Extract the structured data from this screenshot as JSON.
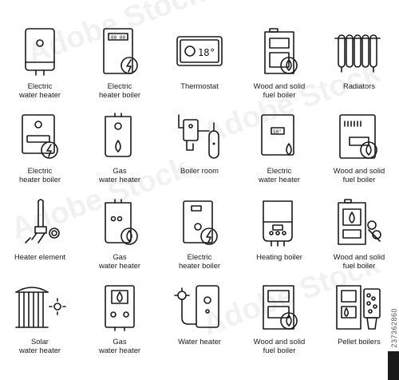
{
  "icons": [
    {
      "id": "electric-water-heater",
      "line1": "Electric",
      "line2": "water heater"
    },
    {
      "id": "electric-heater-boiler",
      "line1": "Electric",
      "line2": "heater boiler",
      "display": "00 00"
    },
    {
      "id": "thermostat",
      "line1": "Thermostat",
      "line2": "",
      "display": "18°"
    },
    {
      "id": "wood-solid-fuel-boiler",
      "line1": "Wood and solid",
      "line2": "fuel boiler"
    },
    {
      "id": "radiators",
      "line1": "Radiators",
      "line2": ""
    },
    {
      "id": "electric-heater-boiler-2",
      "line1": "Electric",
      "line2": "heater boiler"
    },
    {
      "id": "gas-water-heater",
      "line1": "Gas",
      "line2": "water heater"
    },
    {
      "id": "boiler-room",
      "line1": "Boiler room",
      "line2": ""
    },
    {
      "id": "electric-water-heater-2",
      "line1": "Electric",
      "line2": "water heater",
      "display": "50°"
    },
    {
      "id": "wood-solid-fuel-boiler-2",
      "line1": "Wood and solid",
      "line2": "fuel boiler"
    },
    {
      "id": "heater-element",
      "line1": "Heater element",
      "line2": ""
    },
    {
      "id": "gas-water-heater-2",
      "line1": "Gas",
      "line2": "water heater"
    },
    {
      "id": "electric-heater-boiler-3",
      "line1": "Electric",
      "line2": "heater boiler"
    },
    {
      "id": "heating-boiler",
      "line1": "Heating boiler",
      "line2": ""
    },
    {
      "id": "wood-solid-fuel-boiler-3",
      "line1": "Wood and solid",
      "line2": "fuel boiler"
    },
    {
      "id": "solar-water-heater",
      "line1": "Solar",
      "line2": "water heater"
    },
    {
      "id": "gas-water-heater-3",
      "line1": "Gas",
      "line2": "water heater"
    },
    {
      "id": "water-heater",
      "line1": "Water heater",
      "line2": ""
    },
    {
      "id": "wood-solid-fuel-boiler-4",
      "line1": "Wood and solid",
      "line2": "fuel boiler"
    },
    {
      "id": "pellet-boilers",
      "line1": "Pellet boilers",
      "line2": ""
    }
  ],
  "stock": {
    "id": "237362860",
    "watermark": "Adobe Stock"
  },
  "colors": {
    "line": "#1a1a1a",
    "background": "#ffffff"
  }
}
